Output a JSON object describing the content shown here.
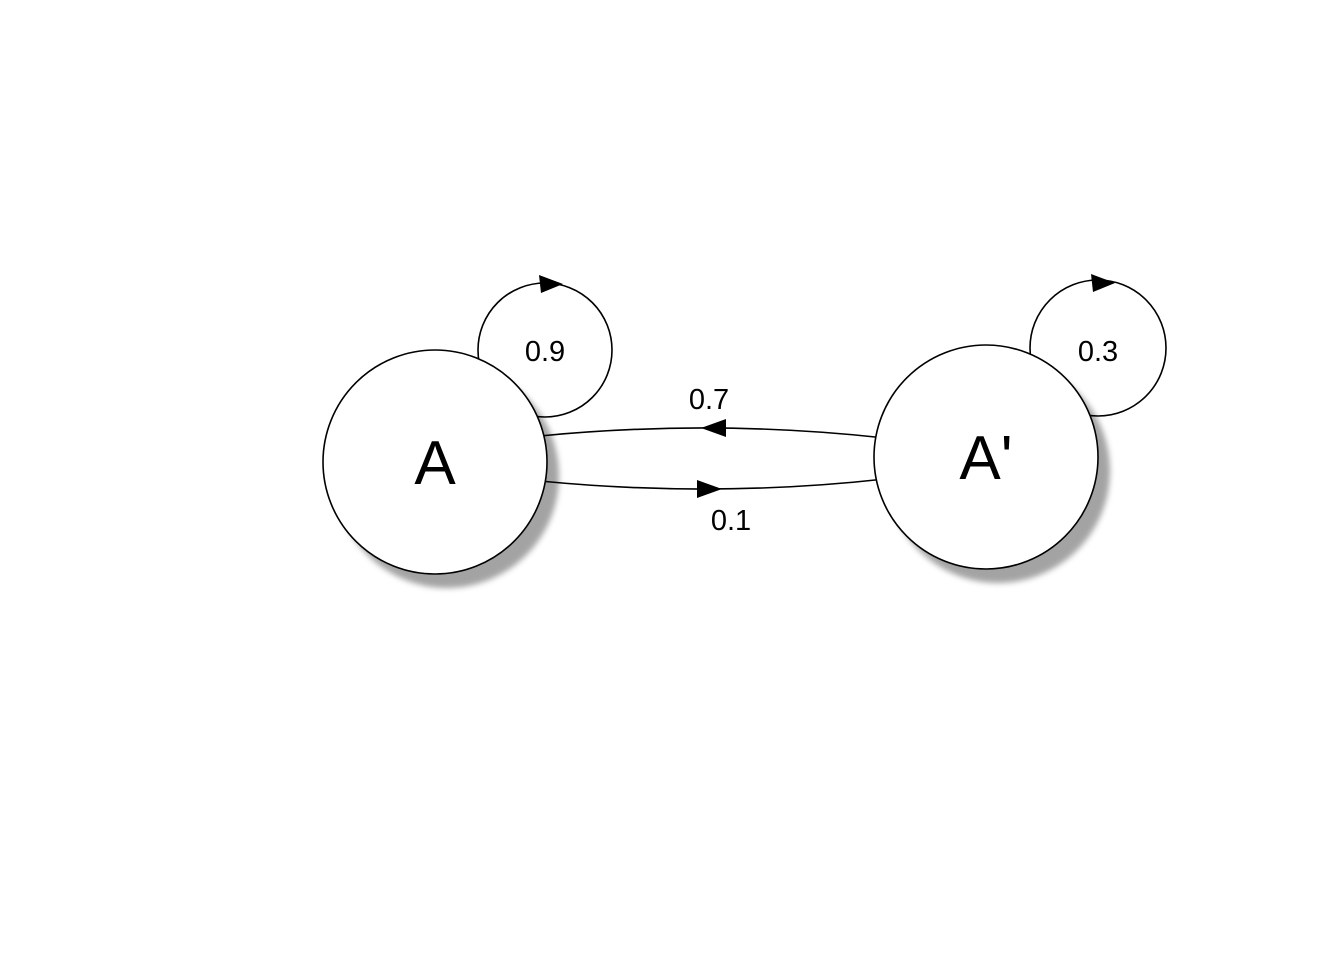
{
  "diagram": {
    "type": "state-transition-diagram",
    "nodes": [
      {
        "id": "A",
        "label": "A"
      },
      {
        "id": "A_prime",
        "label": "A'"
      }
    ],
    "edges": [
      {
        "from": "A",
        "to": "A",
        "kind": "self-loop",
        "label": "0.9"
      },
      {
        "from": "A_prime",
        "to": "A_prime",
        "kind": "self-loop",
        "label": "0.3"
      },
      {
        "from": "A_prime",
        "to": "A",
        "kind": "curve",
        "label": "0.7"
      },
      {
        "from": "A",
        "to": "A_prime",
        "kind": "curve",
        "label": "0.1"
      }
    ],
    "colors": {
      "background": "#ffffff",
      "node_fill": "#ffffff",
      "stroke": "#000000",
      "shadow": "#9a9a9a"
    }
  }
}
